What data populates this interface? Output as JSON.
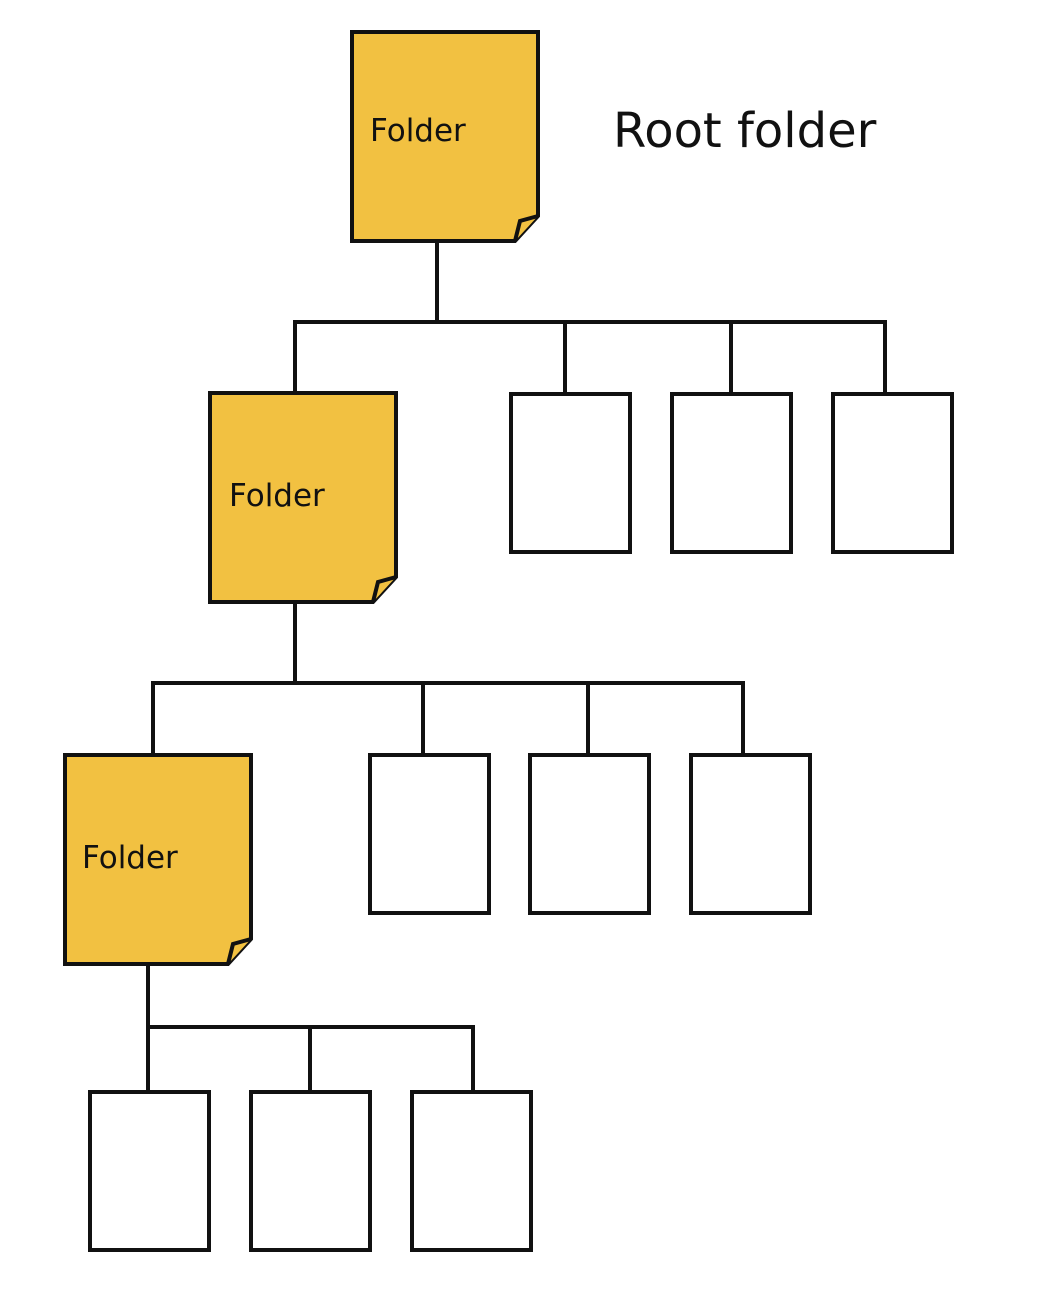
{
  "colors": {
    "folder_fill": "#f2c141",
    "stroke": "#111111",
    "file_fill": "#ffffff",
    "text": "#111111"
  },
  "root_caption": "Root folder",
  "tree": {
    "label": "Folder",
    "type": "folder",
    "children": [
      {
        "label": "Folder",
        "type": "folder",
        "children": [
          {
            "label": "Folder",
            "type": "folder",
            "children": [
              {
                "type": "file"
              },
              {
                "type": "file"
              },
              {
                "type": "file"
              }
            ]
          },
          {
            "type": "file"
          },
          {
            "type": "file"
          },
          {
            "type": "file"
          }
        ]
      },
      {
        "type": "file"
      },
      {
        "type": "file"
      },
      {
        "type": "file"
      }
    ]
  }
}
